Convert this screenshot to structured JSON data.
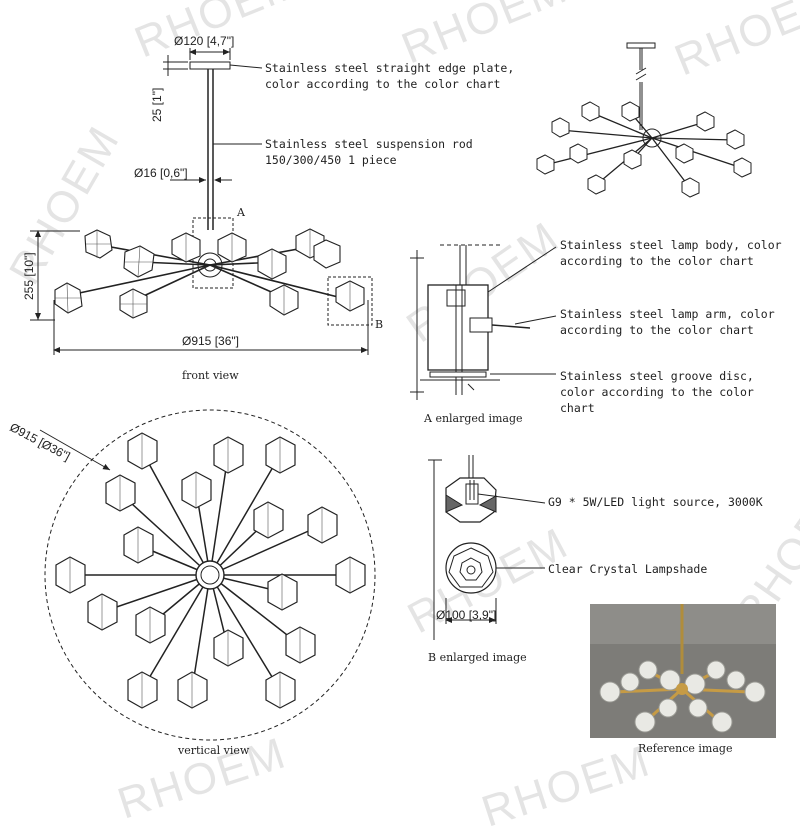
{
  "watermark": "RHOEM",
  "dimensions": {
    "plate_dia": "Ø120 [4,7\"]",
    "plate_height": "25 [1\"]",
    "rod_dia": "Ø16 [0,6\"]",
    "body_height": "255 [10\"]",
    "overall_dia": "Ø915 [36\"]",
    "vertical_dia": "Ø915 [Ø36\"]",
    "shade_dia": "Ø100 [3,9\"]"
  },
  "markers": {
    "a": "A",
    "b": "B"
  },
  "labels": {
    "plate": "Stainless steel straight edge plate,\ncolor according to the color chart",
    "rod": "Stainless steel suspension rod\n150/300/450 1 piece",
    "lamp_body": "Stainless steel lamp body, color\naccording to the color chart",
    "lamp_arm": "Stainless steel lamp arm, color\naccording to the color chart",
    "groove_disc": "Stainless steel groove disc,\ncolor according to the color\nchart",
    "light_source": "G9 * 5W/LED light source, 3000K",
    "lampshade": "Clear Crystal Lampshade"
  },
  "captions": {
    "front": "front view",
    "a_enlarged": "A enlarged image",
    "vertical": "vertical view",
    "b_enlarged": "B enlarged image",
    "reference": "Reference image"
  }
}
